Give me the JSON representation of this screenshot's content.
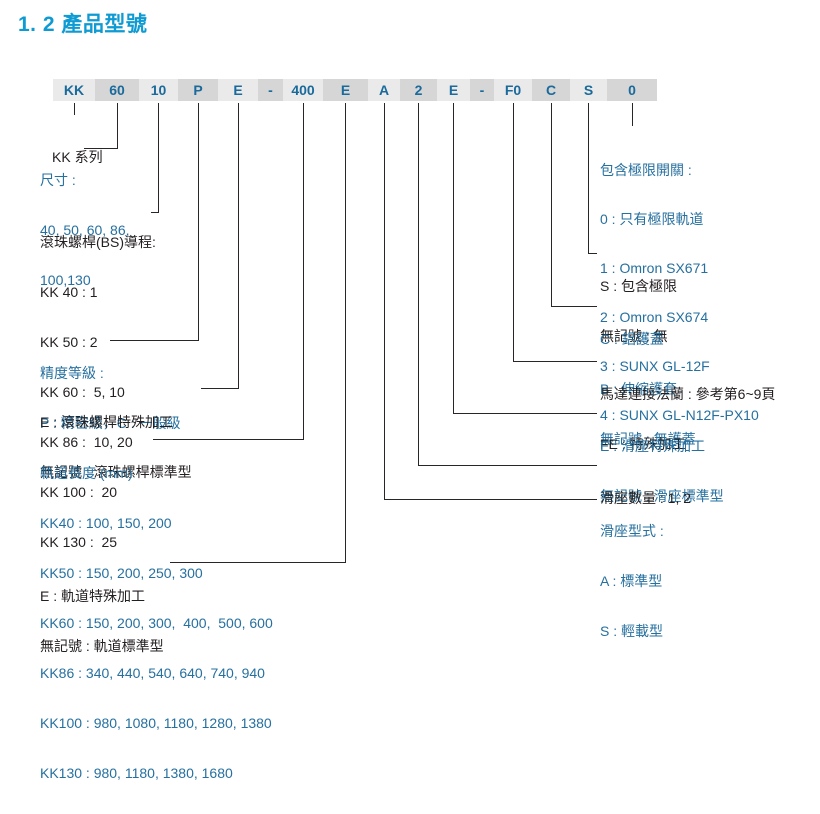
{
  "colors": {
    "title": "#0e9ad2",
    "body_blue": "#26709f",
    "body_black": "#231f20",
    "box_light": "#eaeaea",
    "box_dark": "#d6d6d6",
    "box_text": "#1a6a9c",
    "line": "#2a2627"
  },
  "page": {
    "title": "1. 2 產品型號"
  },
  "model_code": {
    "segments": [
      "KK",
      "60",
      "10",
      "P",
      "E",
      "-",
      "400",
      "E",
      "A",
      "2",
      "E",
      "-",
      "F0",
      "C",
      "S",
      "0"
    ]
  },
  "left": {
    "series": {
      "rows": [
        "KK 系列"
      ]
    },
    "size": {
      "heading": "尺寸 :",
      "rows": [
        "40, 50, 60, 86,",
        "100,130"
      ]
    },
    "lead": {
      "heading": "滾珠螺桿(BS)導程:",
      "rows": [
        "KK 40 : 1",
        "KK 50 : 2",
        "KK 60 :  5, 10",
        "KK 86 :  10, 20",
        "KK 100 :  20",
        "KK 130 :  25"
      ]
    },
    "precision": {
      "heading": "精度等級 :",
      "rows": [
        "P : 精密級，C : 一般級"
      ]
    },
    "screw_machining": {
      "rows": [
        "E : 滾珠螺桿特殊加工",
        "無記號 : 滾珠螺桿標準型"
      ]
    },
    "rail_length": {
      "heading": "軌道長度 (mm)",
      "rows": [
        "KK40 : 100, 150, 200",
        "KK50 : 150, 200, 250, 300",
        "KK60 : 150, 200, 300,  400,  500, 600",
        "KK86 : 340, 440, 540, 640, 740, 940",
        "KK100 : 980, 1080, 1180, 1280, 1380",
        "KK130 : 980, 1180, 1380, 1680"
      ]
    },
    "rail_machining": {
      "rows": [
        "E : 軌道特殊加工",
        "無記號 : 軌道標準型"
      ]
    }
  },
  "right": {
    "limit_switch": {
      "heading": "包含極限開關 :",
      "rows": [
        "0 : 只有極限軌道",
        "1 : Omron SX671",
        "2 : Omron SX674",
        "3 : SUNX GL-12F",
        "4 : SUNX GL-N12F-PX10"
      ]
    },
    "limit": {
      "rows": [
        "S : 包含極限",
        "無記號 : 無"
      ]
    },
    "cover": {
      "rows": [
        "C : 鋁護蓋",
        "B : 伸縮護套",
        "無記號 : 無護蓋"
      ]
    },
    "flange": {
      "rows": [
        "馬達連接法蘭 : 參考第6~9頁",
        "FE : 特殊加工"
      ]
    },
    "carriage_machining": {
      "rows": [
        "E : 滑座特殊加工",
        "無記號 : 滑座標準型"
      ]
    },
    "carriage_qty": {
      "rows": [
        "滑座數量 : 1, 2"
      ]
    },
    "carriage_type": {
      "heading": "滑座型式 :",
      "rows": [
        "A : 標準型",
        "S : 輕載型"
      ]
    }
  }
}
